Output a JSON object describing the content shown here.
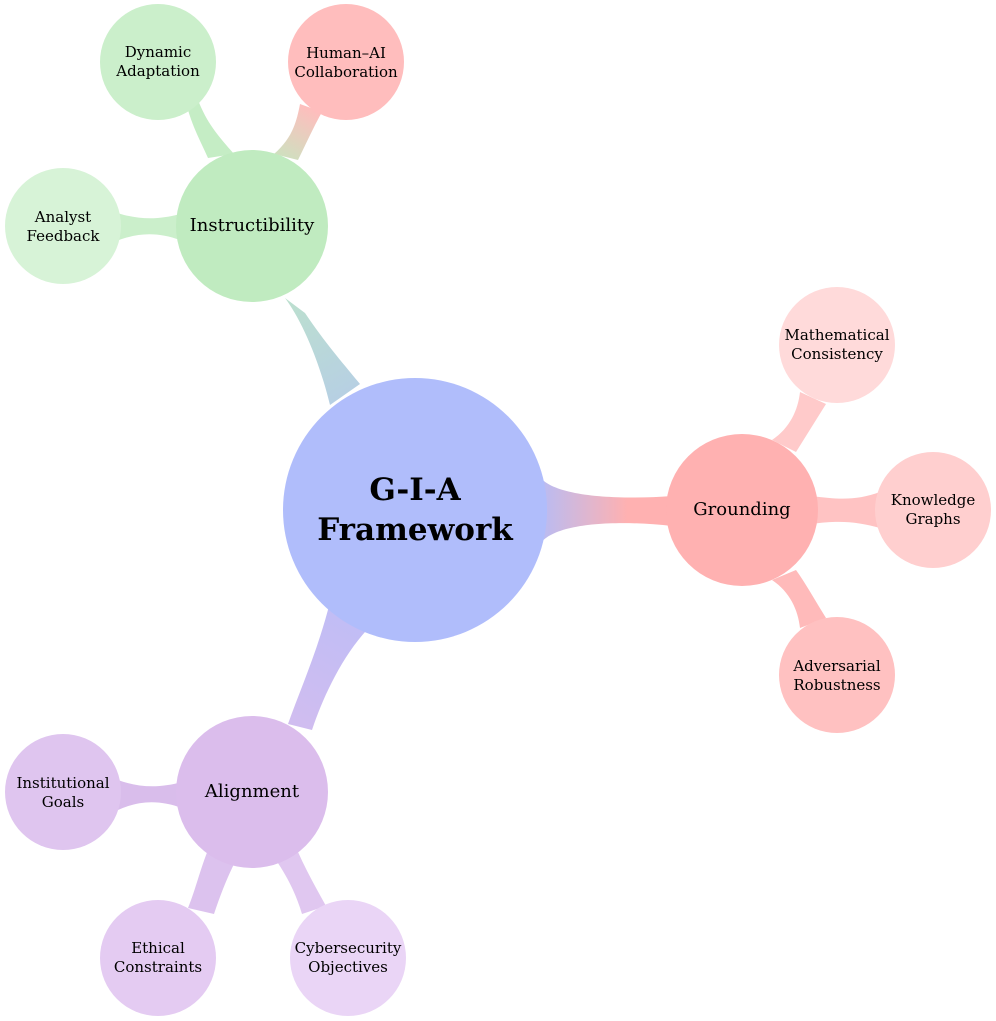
{
  "diagram": {
    "root": {
      "line1": "G-I-A",
      "line2": "Framework",
      "color": "#b0bdfb"
    },
    "branches": [
      {
        "label": "Instructibility",
        "color": "#c0ebc0",
        "children": [
          {
            "line1": "Dynamic",
            "line2": "Adaptation",
            "color": "#cbefcb"
          },
          {
            "line1": "Human–AI",
            "line2": "Collaboration",
            "color": "#ffbdbd"
          },
          {
            "line1": "Analyst",
            "line2": "Feedback",
            "color": "#d7f3d7"
          }
        ]
      },
      {
        "label": "Grounding",
        "color": "#ffb1b1",
        "children": [
          {
            "line1": "Mathematical",
            "line2": "Consistency",
            "color": "#ffdada"
          },
          {
            "line1": "Knowledge",
            "line2": "Graphs",
            "color": "#ffcfcf"
          },
          {
            "line1": "Adversarial",
            "line2": "Robustness",
            "color": "#ffc1c1"
          }
        ]
      },
      {
        "label": "Alignment",
        "color": "#dbbdec",
        "children": [
          {
            "line1": "Institutional",
            "line2": "Goals",
            "color": "#dfc5ef"
          },
          {
            "line1": "Ethical",
            "line2": "Constraints",
            "color": "#e4cbf2"
          },
          {
            "line1": "Cybersecurity",
            "line2": "Objectives",
            "color": "#ead5f6"
          }
        ]
      }
    ]
  }
}
